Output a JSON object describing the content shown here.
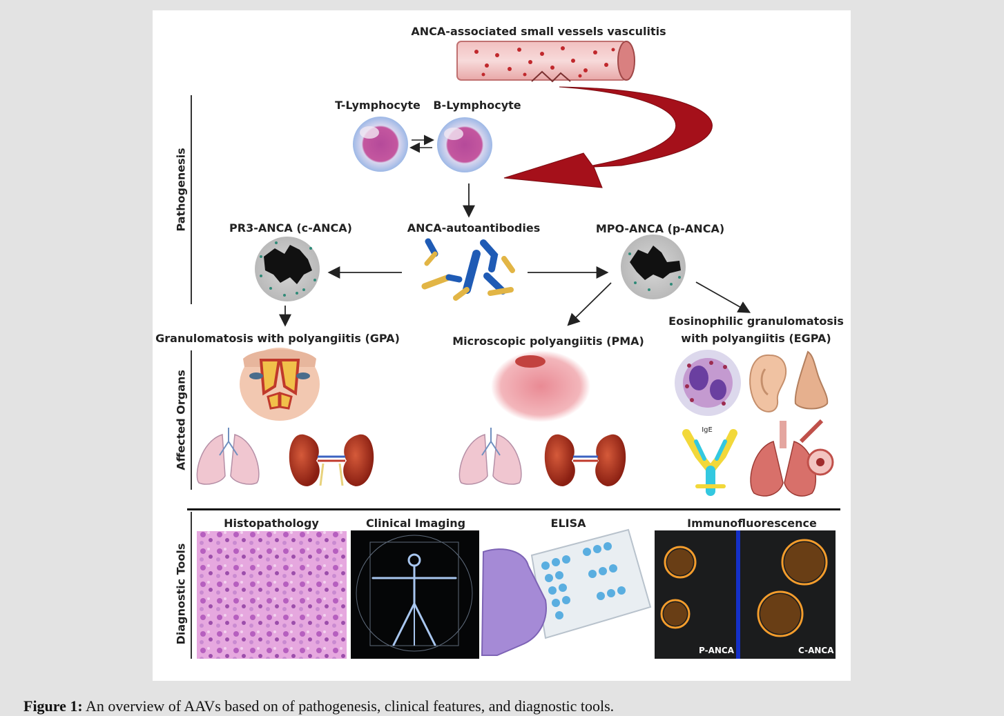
{
  "title": "ANCA-associated small vessels vasculitis",
  "sections": {
    "pathogenesis": "Pathogenesis",
    "affected_organs": "Affected Organs",
    "diagnostic_tools": "Diagnostic Tools"
  },
  "cells": {
    "t_lymphocyte": "T-Lymphocyte",
    "b_lymphocyte": "B-Lymphocyte"
  },
  "antibodies": {
    "pr3": "PR3-ANCA (c-ANCA)",
    "anca": "ANCA-autoantibodies",
    "mpo": "MPO-ANCA (p-ANCA)"
  },
  "diseases": {
    "gpa": "Granulomatosis with polyangiitis (GPA)",
    "pma": "Microscopic polyangiitis (PMA)",
    "egpa_line1": "Eosinophilic granulomatosis",
    "egpa_line2": "with polyangiitis (EGPA)"
  },
  "ige_label": "IgE",
  "tools": {
    "histopathology": "Histopathology",
    "clinical_imaging": "Clinical Imaging",
    "elisa": "ELISA",
    "immunofluorescence": "Immunofluorescence",
    "p_anca": "P-ANCA",
    "c_anca": "C-ANCA"
  },
  "caption": {
    "label": "Figure 1:",
    "text": " An overview of AAVs based on of pathogenesis, clinical features, and diagnostic tools."
  }
}
